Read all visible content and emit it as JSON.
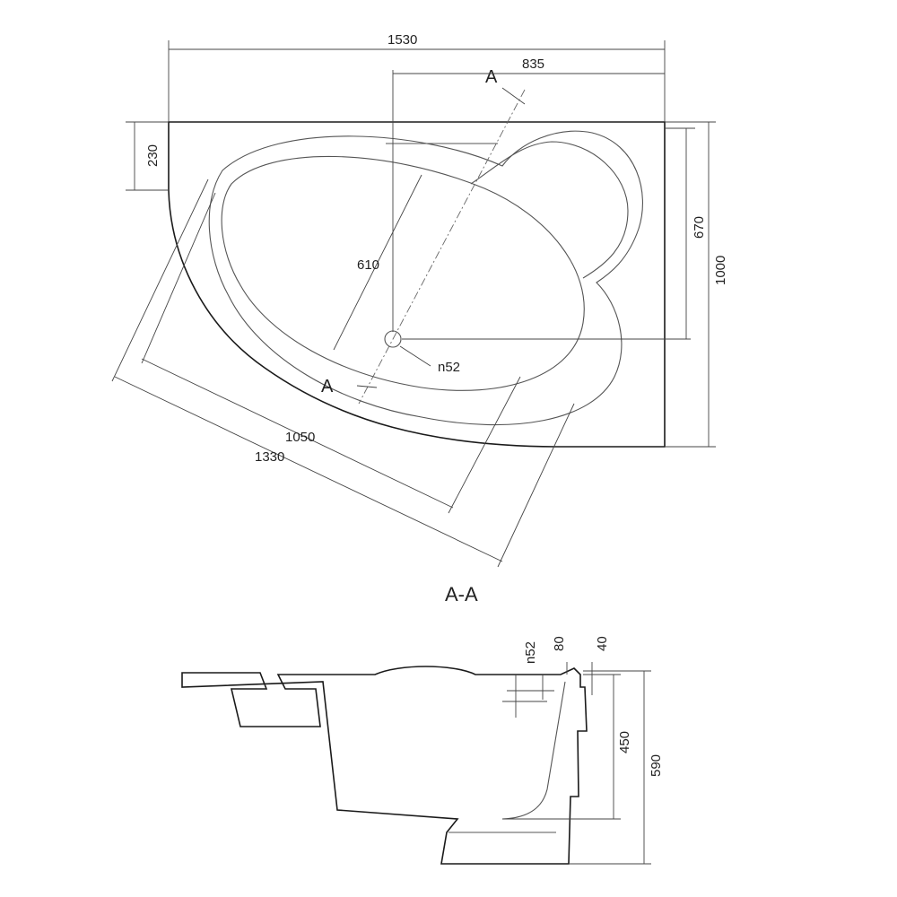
{
  "plan_view": {
    "dimensions": {
      "overall_width": "1530",
      "drain_offset": "835",
      "left_return": "230",
      "inner_depth": "670",
      "overall_depth": "1000",
      "inner_width": "610",
      "inner_length": "1050",
      "overall_length": "1330",
      "drain_diameter": "n52"
    },
    "section_markers": {
      "top": "A",
      "bottom": "A"
    }
  },
  "section_view": {
    "title": "A-A",
    "dimensions": {
      "drain": "n52",
      "rim": "80",
      "lip": "40",
      "inner_height": "450",
      "total_height": "590"
    }
  }
}
